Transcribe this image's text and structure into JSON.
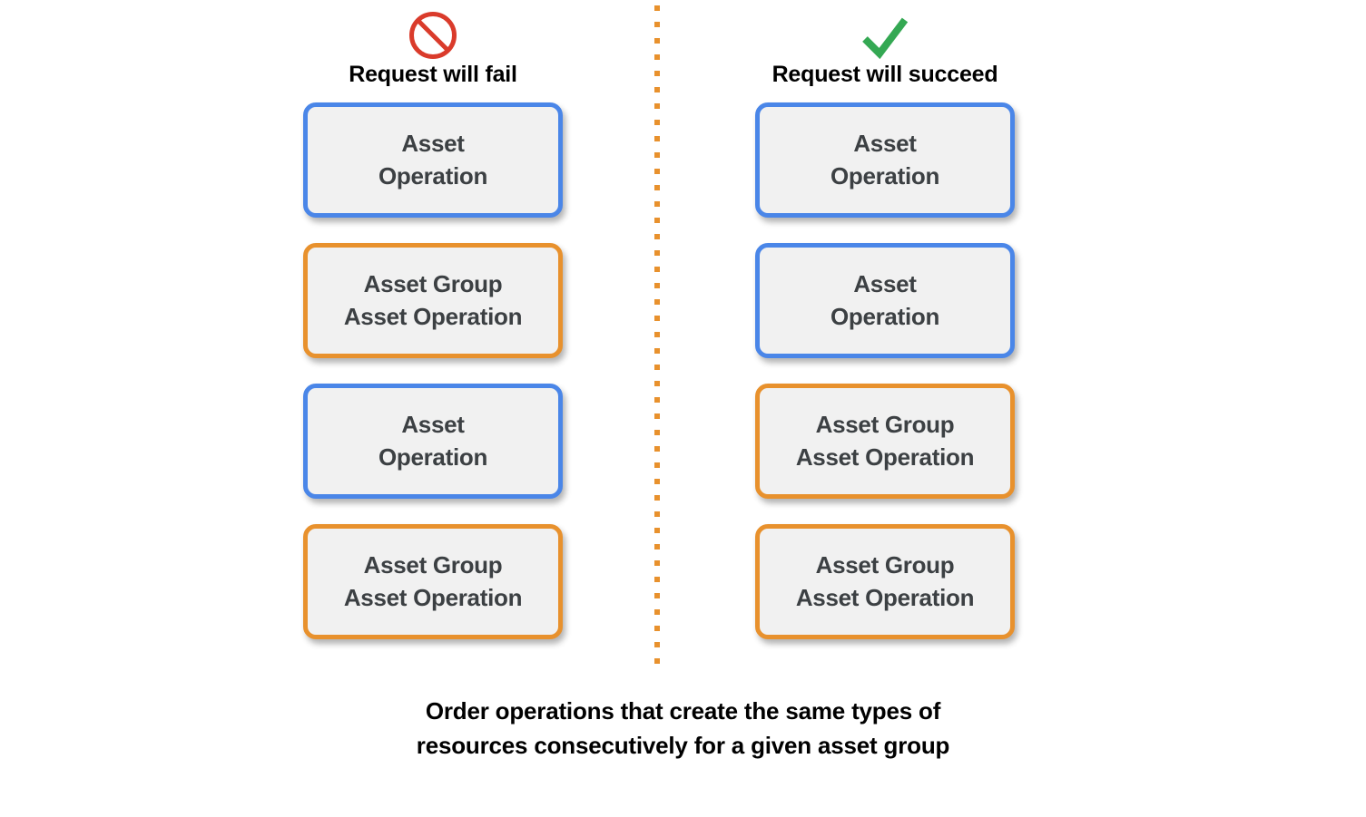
{
  "colors": {
    "blue": "#4a86e8",
    "orange": "#e8912d",
    "red": "#da3b2b",
    "green": "#34a853",
    "card_fill": "#f1f1f1",
    "card_text": "#3c4043",
    "page_bg": "#ffffff",
    "caption_text": "#000000"
  },
  "columns": [
    {
      "id": "fail",
      "icon": "prohibition-icon",
      "title": "Request will fail",
      "cards": [
        {
          "label": "Asset\nOperation",
          "type": "asset-operation",
          "accent": "blue"
        },
        {
          "label": "Asset Group\nAsset Operation",
          "type": "asset-group-asset-operation",
          "accent": "orange"
        },
        {
          "label": "Asset\nOperation",
          "type": "asset-operation",
          "accent": "blue"
        },
        {
          "label": "Asset Group\nAsset Operation",
          "type": "asset-group-asset-operation",
          "accent": "orange"
        }
      ]
    },
    {
      "id": "succeed",
      "icon": "checkmark-icon",
      "title": "Request will succeed",
      "cards": [
        {
          "label": "Asset\nOperation",
          "type": "asset-operation",
          "accent": "blue"
        },
        {
          "label": "Asset\nOperation",
          "type": "asset-operation",
          "accent": "blue"
        },
        {
          "label": "Asset Group\nAsset Operation",
          "type": "asset-group-asset-operation",
          "accent": "orange"
        },
        {
          "label": "Asset Group\nAsset Operation",
          "type": "asset-group-asset-operation",
          "accent": "orange"
        }
      ]
    }
  ],
  "caption": "Order operations that create the same types of\nresources consecutively for a given asset group"
}
